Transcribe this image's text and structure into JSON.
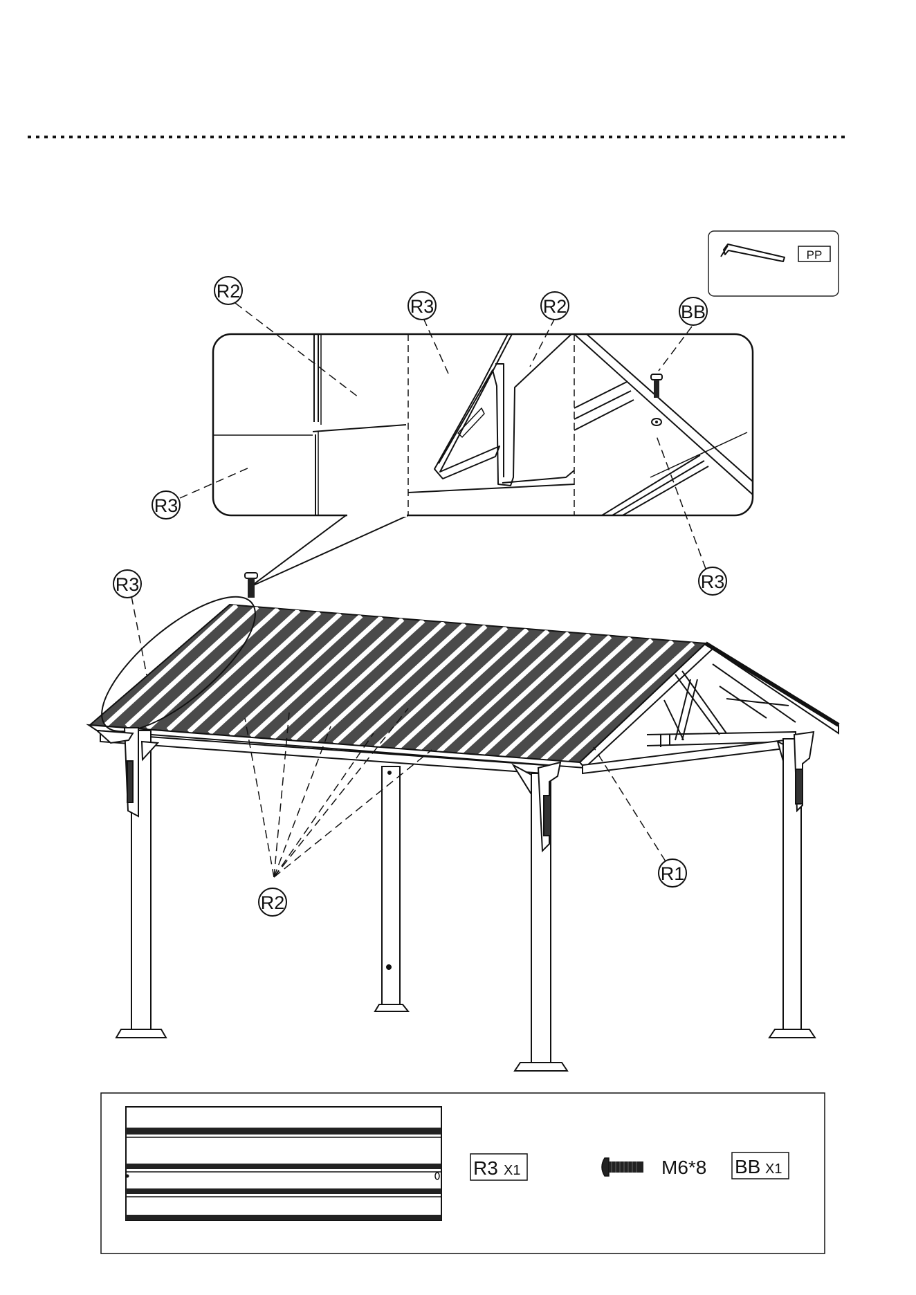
{
  "tool": {
    "label": "PP"
  },
  "callouts": {
    "detail_top_left": "R2",
    "detail_left": "R3",
    "detail_mid_r3": "R3",
    "detail_mid_r2": "R2",
    "detail_bolt": "BB",
    "detail_right": "R3",
    "roof_left": "R3",
    "beam": "R1",
    "bottom_panels": "R2"
  },
  "parts": {
    "panel_code": "R3",
    "panel_qty": "X1",
    "bolt_size": "M6*8",
    "bolt_code": "BB",
    "bolt_qty": "X1"
  },
  "footer": {
    "text": ""
  }
}
